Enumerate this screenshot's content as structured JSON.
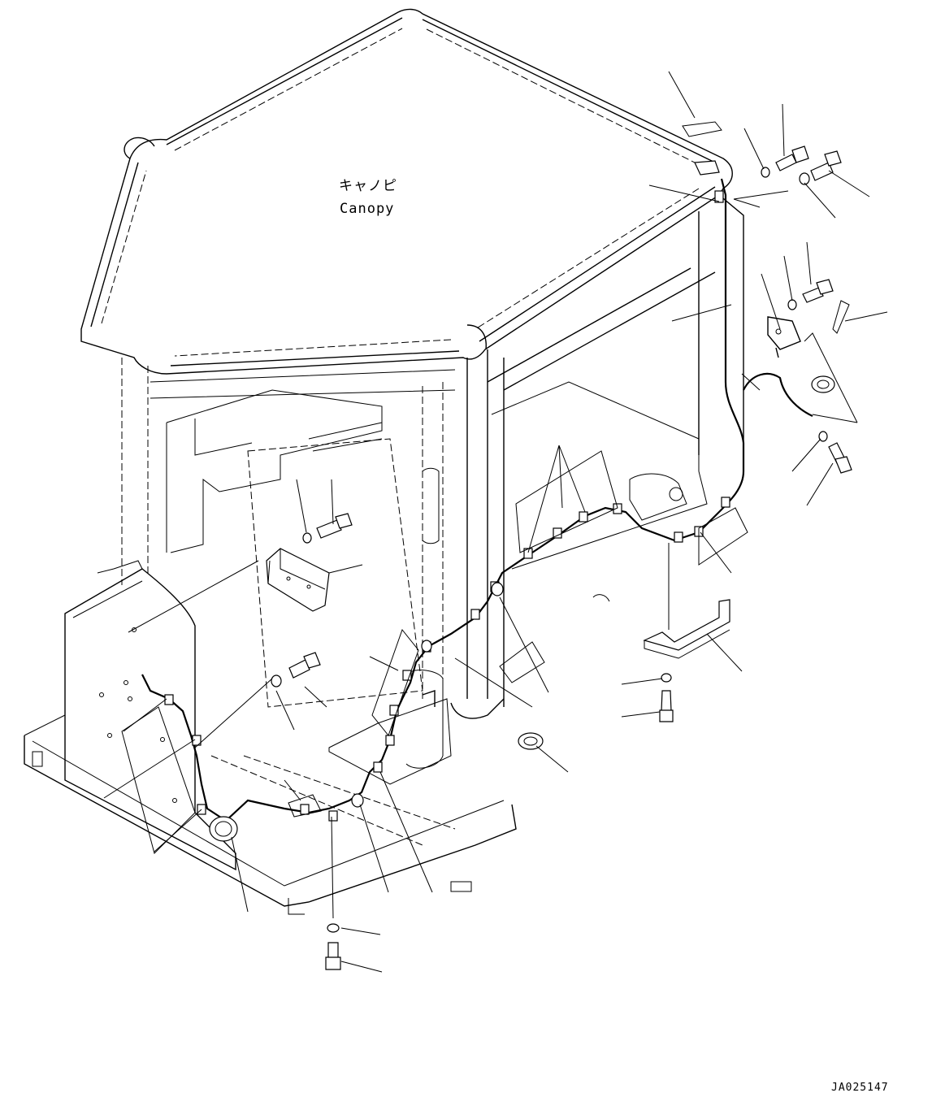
{
  "diagram": {
    "label_jp": "キャノピ",
    "label_en": "Canopy",
    "drawing_code": "JA025147"
  }
}
